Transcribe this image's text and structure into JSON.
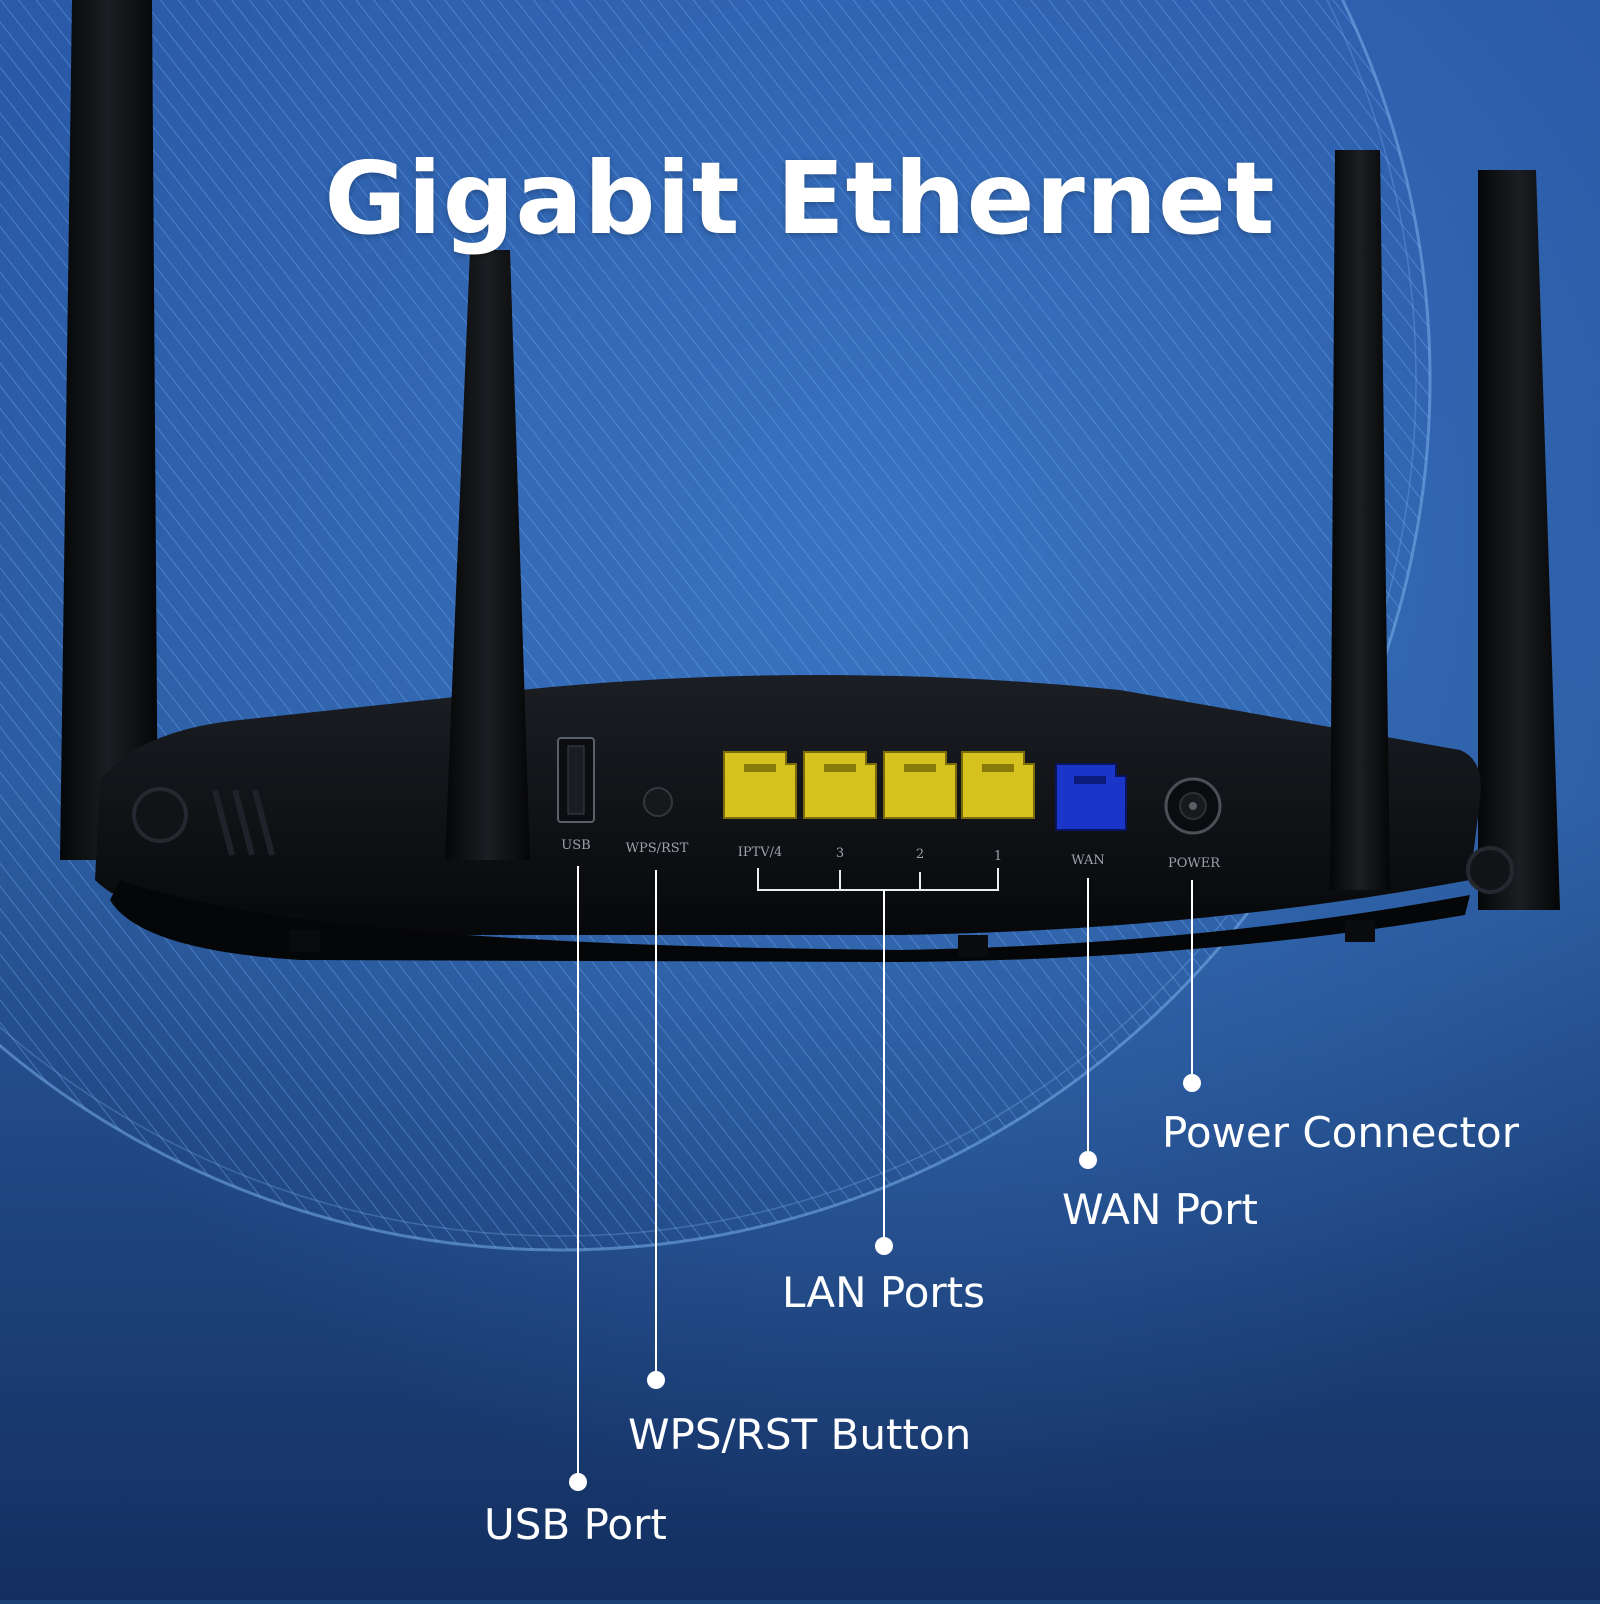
{
  "title": "Gigabit Ethernet",
  "port_labels": {
    "usb": "USB",
    "wps": "WPS/RST",
    "lan4": "IPTV/4",
    "lan3": "3",
    "lan2": "2",
    "lan1": "1",
    "wan": "WAN",
    "power": "POWER"
  },
  "callouts": {
    "power": "Power Connector",
    "wan": "WAN Port",
    "lan": "LAN Ports",
    "wps": "WPS/RST Button",
    "usb": "USB Port"
  },
  "colors": {
    "background_dark": "#102c5c",
    "background_light": "#2f66b8",
    "lan_port": "#d6c21e",
    "wan_port": "#1a35c9",
    "router_body": "#0d0f12"
  }
}
